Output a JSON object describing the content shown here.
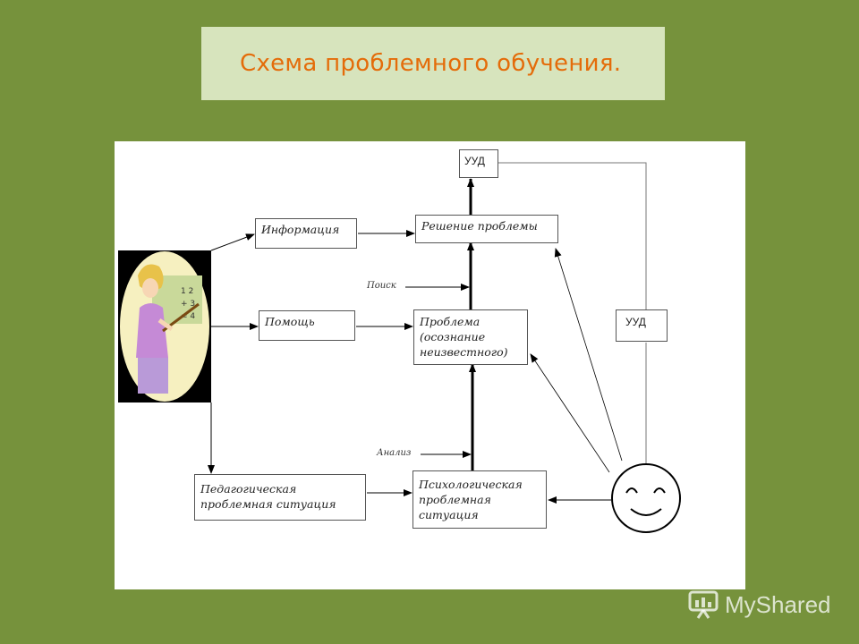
{
  "title": "Схема проблемного обучения.",
  "nodes": {
    "information": "Информация",
    "help": "Помощь",
    "pedagogical_situation": "Педагогическая проблемная ситуация",
    "solution": "Решение проблемы",
    "problem": "Проблема (осознание неизвестного)",
    "psych_situation": "Психологическая проблемная ситуация",
    "uud_top": "УУД",
    "uud_right": "УУД"
  },
  "labels": {
    "search": "Поиск",
    "analysis": "Анализ"
  },
  "watermark": "MyShared",
  "colors": {
    "background": "#76923c",
    "title_box": "#d7e4bd",
    "title_text": "#e46c0a"
  }
}
